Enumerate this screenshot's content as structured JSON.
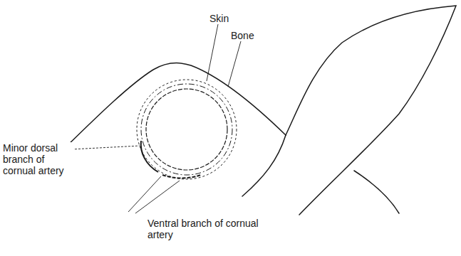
{
  "diagram": {
    "labels": [
      "Skin",
      "Bone",
      "Minor dorsal branch of cornual artery",
      "Ventral branch of cornual artery"
    ]
  }
}
